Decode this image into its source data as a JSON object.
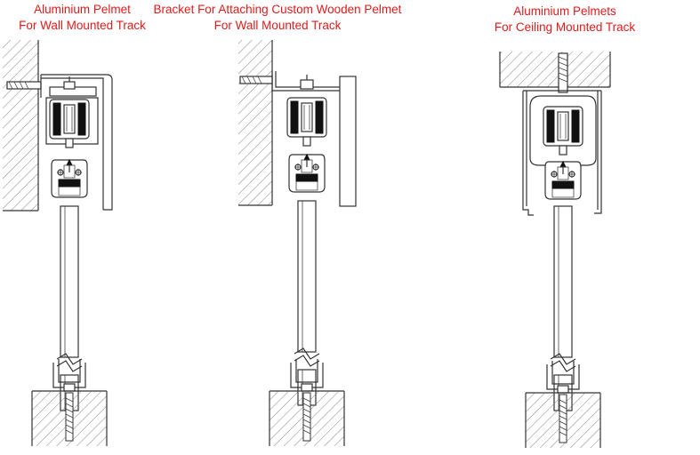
{
  "colors": {
    "caption": "#e01b1b",
    "line": "#333333",
    "hatch": "#555555"
  },
  "captions": {
    "left": {
      "line1": "Aluminium Pelmet",
      "line2": "For Wall Mounted Track"
    },
    "middle": {
      "line1": "Bracket For Attaching Custom Wooden Pelmet",
      "line2": "For Wall Mounted Track"
    },
    "right": {
      "line1": "Aluminium Pelmets",
      "line2": "For Ceiling Mounted Track"
    }
  }
}
